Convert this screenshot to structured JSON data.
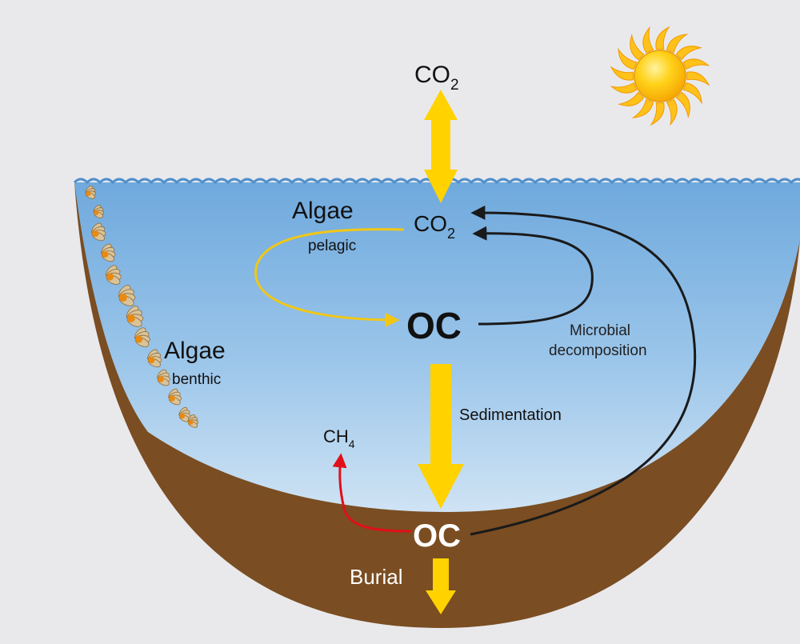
{
  "colors": {
    "background": "#e9e9ec",
    "water_top": "#7db3e2",
    "water_bottom": "#c6def2",
    "sediment": "#7a4d22",
    "flux_arrow": "#ffd200",
    "pelagic_cycle": "#f2c714",
    "decomposition": "#1a1a1a",
    "methane": "#e0101a",
    "sun": "#ffb300"
  },
  "labels": {
    "co2_atmosphere": {
      "main": "CO",
      "sub": "2"
    },
    "co2_water": {
      "main": "CO",
      "sub": "2"
    },
    "algae_pelagic_title": "Algae",
    "algae_pelagic_sub": "pelagic",
    "algae_benthic_title": "Algae",
    "algae_benthic_sub": "benthic",
    "oc_water": "OC",
    "oc_sediment": "OC",
    "microbial_line1": "Microbial",
    "microbial_line2": "decomposition",
    "sedimentation": "Sedimentation",
    "ch4": {
      "main": "CH",
      "sub": "4"
    },
    "burial": "Burial"
  },
  "icons": [
    "sun-icon",
    "benthic-algae-icon"
  ]
}
